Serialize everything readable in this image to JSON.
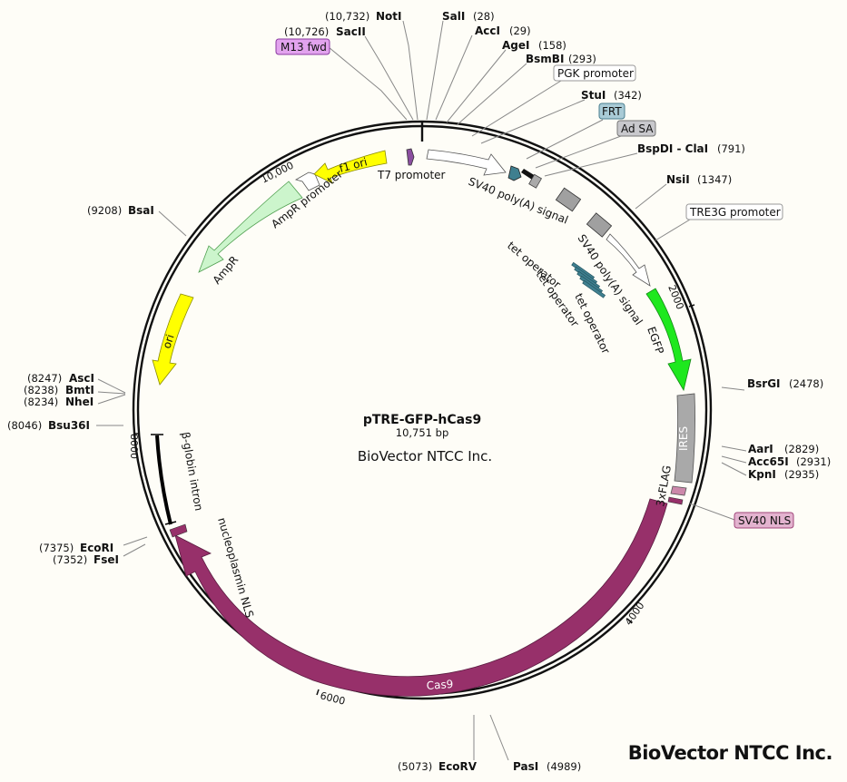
{
  "plasmid": {
    "name": "pTRE-GFP-hCas9",
    "size": "10,751 bp",
    "subtitle": "BioVector NTCC Inc."
  },
  "watermark": "BioVector NTCC Inc.",
  "sites": [
    {
      "name": "NotI",
      "pos": "(10,732)"
    },
    {
      "name": "SacII",
      "pos": "(10,726)"
    },
    {
      "name": "SalI",
      "pos": "(28)"
    },
    {
      "name": "AccI",
      "pos": "(29)"
    },
    {
      "name": "AgeI",
      "pos": "(158)"
    },
    {
      "name": "BsmBI",
      "pos": "(293)"
    },
    {
      "name": "StuI",
      "pos": "(342)"
    },
    {
      "name": "BspDI - ClaI",
      "pos": "(791)"
    },
    {
      "name": "NsiI",
      "pos": "(1347)"
    },
    {
      "name": "BsrGI",
      "pos": "(2478)"
    },
    {
      "name": "AarI",
      "pos": "(2829)"
    },
    {
      "name": "Acc65I",
      "pos": "(2931)"
    },
    {
      "name": "KpnI",
      "pos": "(2935)"
    },
    {
      "name": "PasI",
      "pos": "(4989)"
    },
    {
      "name": "EcoRV",
      "pos": "(5073)"
    },
    {
      "name": "FseI",
      "pos": "(7352)"
    },
    {
      "name": "EcoRI",
      "pos": "(7375)"
    },
    {
      "name": "Bsu36I",
      "pos": "(8046)"
    },
    {
      "name": "NheI",
      "pos": "(8234)"
    },
    {
      "name": "BmtI",
      "pos": "(8238)"
    },
    {
      "name": "AscI",
      "pos": "(8247)"
    },
    {
      "name": "BsaI",
      "pos": "(9208)"
    }
  ],
  "boxed_labels": [
    {
      "text": "M13 fwd",
      "color": "#e2a3ee",
      "border": "#8a3aa0"
    },
    {
      "text": "PGK promoter",
      "color": "#ffffff",
      "border": "#999999"
    },
    {
      "text": "FRT",
      "color": "#a9cbd6",
      "border": "#4a7f90"
    },
    {
      "text": "Ad SA",
      "color": "#c8c8cc",
      "border": "#777777"
    },
    {
      "text": "TRE3G promoter",
      "color": "#ffffff",
      "border": "#999999"
    },
    {
      "text": "SV40 NLS",
      "color": "#e3b3cf",
      "border": "#a0457a"
    }
  ],
  "features": [
    {
      "text": "f1 ori",
      "color": "#ffff00"
    },
    {
      "text": "AmpR promoter",
      "color": "#ffffff"
    },
    {
      "text": "AmpR",
      "color": "#ccf5cc"
    },
    {
      "text": "ori",
      "color": "#ffff00"
    },
    {
      "text": "T7 promoter",
      "color": "#8b4ea0"
    },
    {
      "text": "SV40 poly(A) signal",
      "color": "#a0a0a0"
    },
    {
      "text": "SV40 poly(A) signal",
      "color": "#a0a0a0"
    },
    {
      "text": "tet operator",
      "color": "#3f7f8f"
    },
    {
      "text": "tet operator",
      "color": "#3f7f8f"
    },
    {
      "text": "tet operator",
      "color": "#3f7f8f"
    },
    {
      "text": "EGFP",
      "color": "#1ee81e"
    },
    {
      "text": "IRES",
      "color": "#a9a9a9"
    },
    {
      "text": "3xFLAG",
      "color": "#cc88aa"
    },
    {
      "text": "Cas9",
      "color": "#97306a"
    },
    {
      "text": "nucleoplasmin NLS",
      "color": "#97306a"
    },
    {
      "text": "β-globin intron",
      "color": "#000000"
    }
  ],
  "ticks": [
    "2000",
    "4000",
    "6000",
    "8000",
    "10,000"
  ],
  "colors": {
    "background": "#fefdf7",
    "cas9": "#97306a",
    "egfp": "#1ee81e",
    "ori": "#ffff00"
  }
}
